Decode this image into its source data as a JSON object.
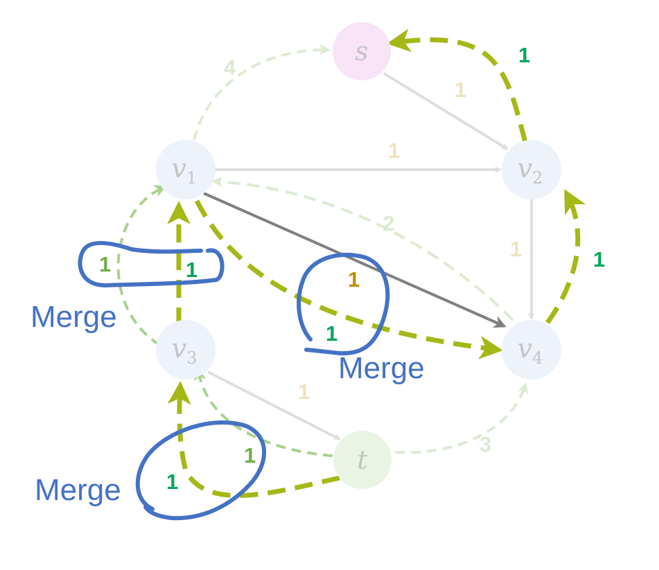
{
  "colors": {
    "node_fill": "#eef2fa",
    "source_fill": "#f9e3f6",
    "sink_fill": "#e9f4e4",
    "node_label": "#c4c4c4",
    "edge_solid_light": "#dedede",
    "edge_solid_dark": "#7f7f7f",
    "edge_dashed_faint": "#dcebd2",
    "edge_dashed_mid": "#a9d18e",
    "edge_dashed_bold": "#a5b816",
    "weight_faint": "#efe1c0",
    "weight_dark": "#bf8f00",
    "weight_green": "#00a55a",
    "weight_green_mid": "#70ad47",
    "weight_green_faint": "#dbe9d2",
    "merge": "#4472c4"
  },
  "nodes": {
    "s": {
      "label": "s",
      "sub": ""
    },
    "v1": {
      "label": "v",
      "sub": "1"
    },
    "v2": {
      "label": "v",
      "sub": "2"
    },
    "v3": {
      "label": "v",
      "sub": "3"
    },
    "v4": {
      "label": "v",
      "sub": "4"
    },
    "t": {
      "label": "t",
      "sub": ""
    }
  },
  "weights": {
    "s_v2": "1",
    "v1_v2": "1",
    "v2_v4": "1",
    "v3_t": "1",
    "v1_v4": "1",
    "v1_s": "4",
    "v4_v1": "2",
    "t_v4": "3",
    "v2_s": "1",
    "v4_v2": "1",
    "v1_v4_dash": "1",
    "v3_v1_dash": "1",
    "v3_v1_left": "1",
    "t_v3": "1",
    "t_v3_inner": "1"
  },
  "merge_labels": {
    "top_left": "Merge",
    "middle": "Merge",
    "bottom_left": "Merge"
  }
}
